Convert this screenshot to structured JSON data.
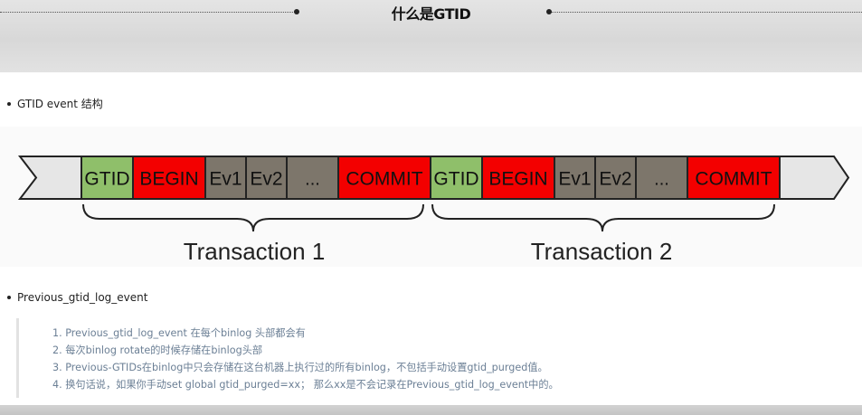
{
  "slide": {
    "title": "什么是GTID"
  },
  "bullets": [
    {
      "text": "GTID event 结构"
    },
    {
      "text": "Previous_gtid_log_event"
    }
  ],
  "diagram": {
    "segments": [
      {
        "label": "GTID",
        "color": "#8fbf6a"
      },
      {
        "label": "BEGIN",
        "color": "#f30000"
      },
      {
        "label": "Ev1",
        "color": "#7d766b"
      },
      {
        "label": "Ev2",
        "color": "#7d766b"
      },
      {
        "label": "...",
        "color": "#7d766b"
      },
      {
        "label": "COMMIT",
        "color": "#f30000"
      },
      {
        "label": "GTID",
        "color": "#8fbf6a"
      },
      {
        "label": "BEGIN",
        "color": "#f30000"
      },
      {
        "label": "Ev1",
        "color": "#7d766b"
      },
      {
        "label": "Ev2",
        "color": "#7d766b"
      },
      {
        "label": "...",
        "color": "#7d766b"
      },
      {
        "label": "COMMIT",
        "color": "#f30000"
      }
    ],
    "transactions": [
      {
        "label": "Transaction 1"
      },
      {
        "label": "Transaction 2"
      }
    ],
    "end_color": "#e6e6e6"
  },
  "notes": [
    "1. Previous_gtid_log_event 在每个binlog 头部都会有",
    "2. 每次binlog rotate的时候存储在binlog头部",
    "3. Previous-GTIDs在binlog中只会存储在这台机器上执行过的所有binlog，不包括手动设置gtid_purged值。",
    "4. 换句话说，如果你手动set global gtid_purged=xx；  那么xx是不会记录在Previous_gtid_log_event中的。"
  ]
}
